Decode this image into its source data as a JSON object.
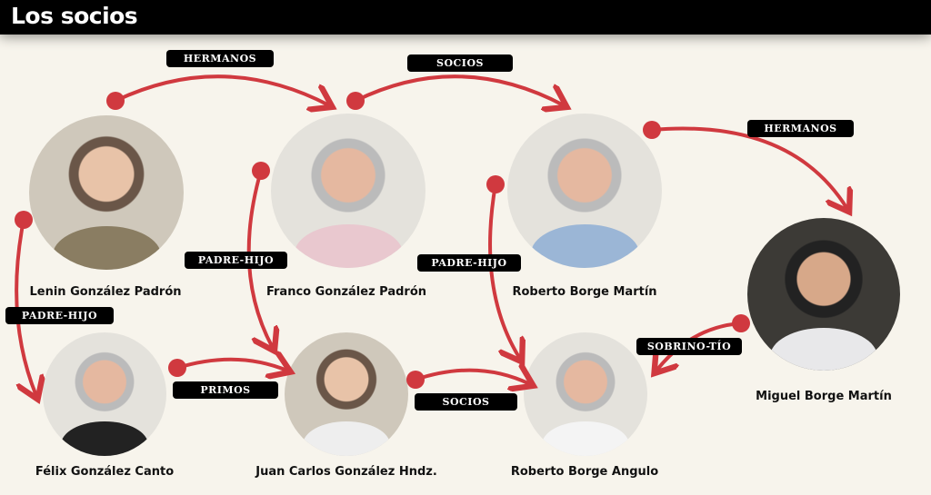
{
  "title": "Los socios",
  "people": [
    {
      "name": "Lenin González Padrón"
    },
    {
      "name": "Franco González Padrón"
    },
    {
      "name": "Roberto Borge Martín"
    },
    {
      "name": "Miguel Borge Martín"
    },
    {
      "name": "Félix González Canto"
    },
    {
      "name": "Juan Carlos González Hndz."
    },
    {
      "name": "Roberto Borge Angulo"
    }
  ],
  "relations": [
    {
      "label": "HERMANOS",
      "from": "Lenin González Padrón",
      "to": "Franco González Padrón"
    },
    {
      "label": "SOCIOS",
      "from": "Franco González Padrón",
      "to": "Roberto Borge Martín"
    },
    {
      "label": "HERMANOS",
      "from": "Roberto Borge Martín",
      "to": "Miguel Borge Martín"
    },
    {
      "label": "PADRE-HIJO",
      "from": "Franco González Padrón",
      "to": "Juan Carlos González Hndz."
    },
    {
      "label": "PADRE-HIJO",
      "from": "Roberto Borge Martín",
      "to": "Roberto Borge Angulo"
    },
    {
      "label": "PADRE-HIJO",
      "from": "Lenin González Padrón",
      "to": "Félix González Canto"
    },
    {
      "label": "SOBRINO-TÍO",
      "from": "Miguel Borge Martín",
      "to": "Roberto Borge Angulo"
    },
    {
      "label": "PRIMOS",
      "from": "Félix González Canto",
      "to": "Juan Carlos González Hndz."
    },
    {
      "label": "SOCIOS",
      "from": "Juan Carlos González Hndz.",
      "to": "Roberto Borge Angulo"
    }
  ],
  "colors": {
    "arrow": "#d0393f",
    "background": "#f7f4ec",
    "bar": "#000000"
  }
}
